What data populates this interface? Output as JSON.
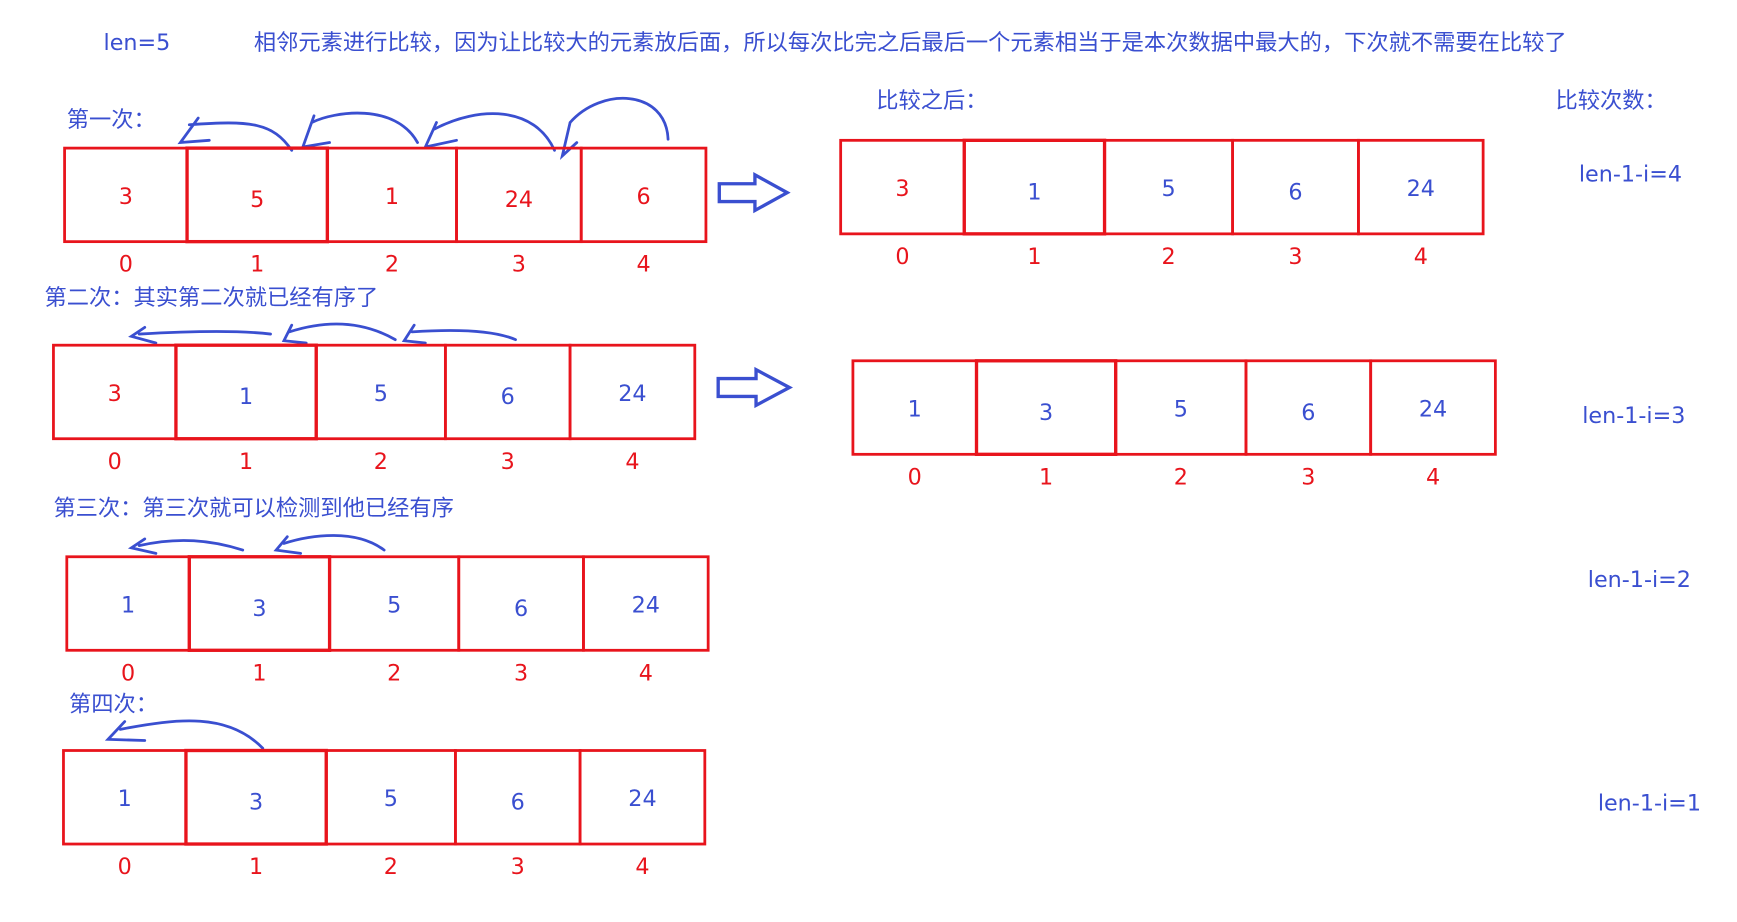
{
  "header": {
    "len_label": "len=5",
    "description": "相邻元素进行比较，因为让比较大的元素放后面，所以每次比完之后最后一个元素相当于是本次数据中最大的，下次就不需要在比较了"
  },
  "after_label": "比较之后：",
  "count_label": "比较次数：",
  "indices": [
    "0",
    "1",
    "2",
    "3",
    "4"
  ],
  "colors": {
    "box": "#e8141c",
    "ink": "#3a4fd0"
  },
  "passes": [
    {
      "title": "第一次：",
      "before": [
        "3",
        "5",
        "1",
        "24",
        "6"
      ],
      "before_red": true,
      "after": [
        "3",
        "1",
        "5",
        "6",
        "24"
      ],
      "after_first_red": true,
      "count": "len-1-i=4"
    },
    {
      "title": "第二次：其实第二次就已经有序了",
      "before": [
        "3",
        "1",
        "5",
        "6",
        "24"
      ],
      "before_first_red": true,
      "after": [
        "1",
        "3",
        "5",
        "6",
        "24"
      ],
      "count": "len-1-i=3"
    },
    {
      "title": "第三次：第三次就可以检测到他已经有序",
      "before": [
        "1",
        "3",
        "5",
        "6",
        "24"
      ],
      "count": "len-1-i=2"
    },
    {
      "title": "第四次：",
      "before": [
        "1",
        "3",
        "5",
        "6",
        "24"
      ],
      "count": "len-1-i=1"
    }
  ]
}
